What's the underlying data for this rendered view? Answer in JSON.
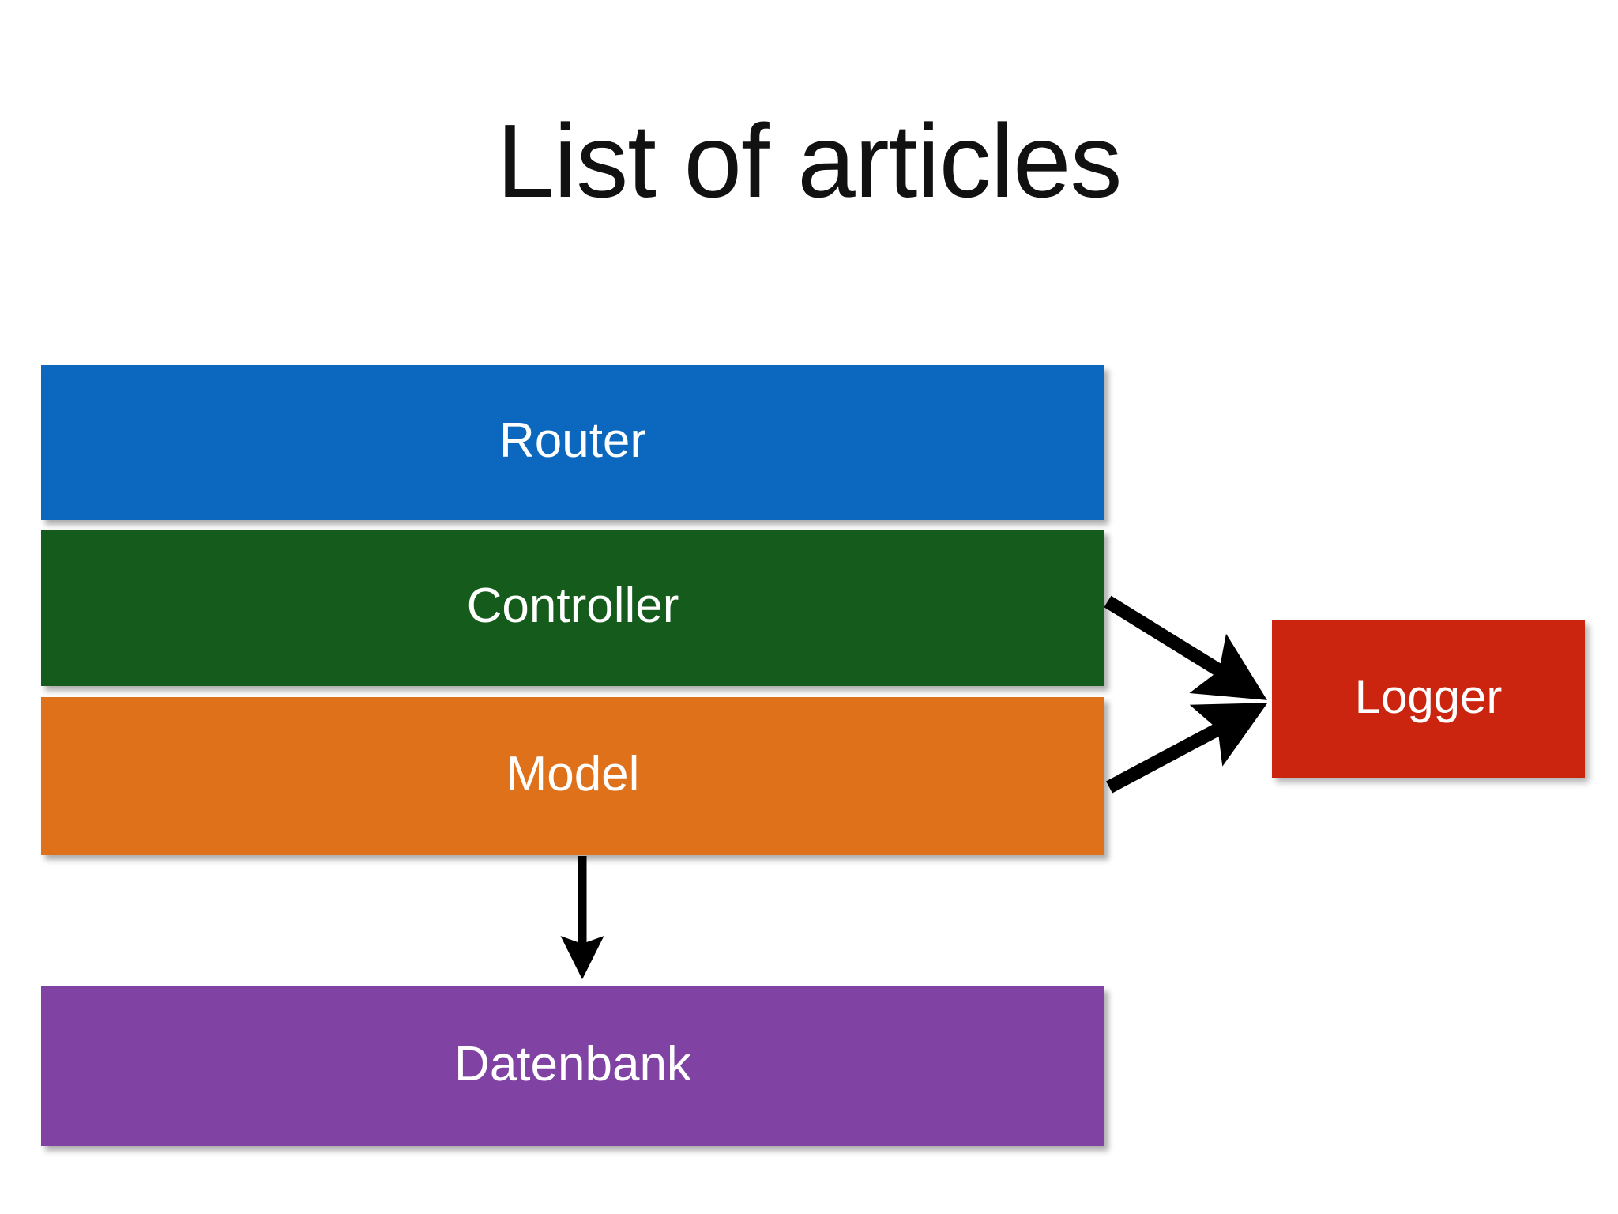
{
  "slide": {
    "title": "List of articles",
    "background_color": "#ffffff",
    "title_color": "#111111"
  },
  "nodes": [
    {
      "id": "router",
      "label": "Router",
      "color": "#0B68BE",
      "text_color": "#ffffff"
    },
    {
      "id": "controller",
      "label": "Controller",
      "color": "#155B1C",
      "text_color": "#ffffff"
    },
    {
      "id": "model",
      "label": "Model",
      "color": "#E0711B",
      "text_color": "#ffffff"
    },
    {
      "id": "datenbank",
      "label": "Datenbank",
      "color": "#8043A4",
      "text_color": "#ffffff"
    },
    {
      "id": "logger",
      "label": "Logger",
      "color": "#CB2510",
      "text_color": "#ffffff"
    }
  ],
  "connectors": [
    {
      "id": "controller-to-logger",
      "from": "controller",
      "to": "logger",
      "style": "arrow",
      "color": "#000000"
    },
    {
      "id": "model-to-logger",
      "from": "model",
      "to": "logger",
      "style": "arrow",
      "color": "#000000"
    },
    {
      "id": "model-to-datenbank",
      "from": "model",
      "to": "datenbank",
      "style": "arrow",
      "color": "#000000"
    }
  ]
}
